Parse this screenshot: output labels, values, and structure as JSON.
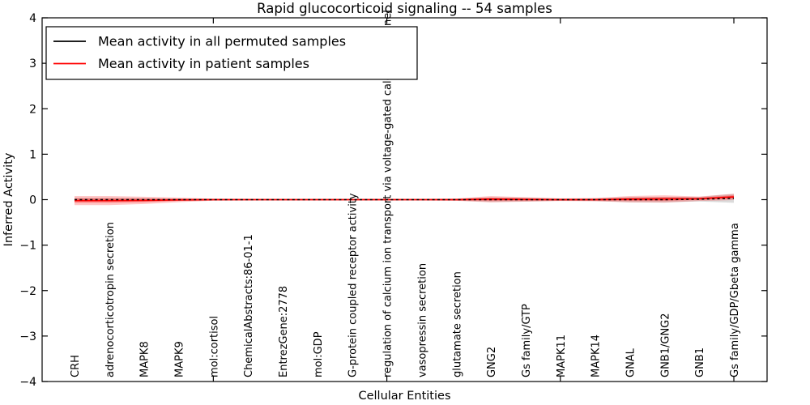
{
  "figure": {
    "title": "Rapid glucocorticoid signaling -- 54 samples",
    "background_color": "#ffffff",
    "axis_color": "#000000"
  },
  "legend": {
    "position": "upper left",
    "entries": [
      {
        "label": "Mean activity in all permuted samples",
        "color": "#000000"
      },
      {
        "label": "Mean activity in patient samples",
        "color": "#ff0000"
      }
    ]
  },
  "chart_data": {
    "type": "line",
    "title": "Rapid glucocorticoid signaling -- 54 samples",
    "xlabel": "Cellular Entities",
    "ylabel": "Inferred Activity",
    "ylim": [
      -4,
      4
    ],
    "yticks": [
      -4,
      -3,
      -2,
      -1,
      0,
      1,
      2,
      3,
      4
    ],
    "xtick_major_positions": [
      5,
      10,
      15,
      20
    ],
    "grid": false,
    "legend_position": "upper left",
    "categories": [
      "CRH",
      "adrenocorticotropin secretion",
      "MAPK8",
      "MAPK9",
      "mol:cortisol",
      "ChemicalAbstracts:86-01-1",
      "EntrezGene:2778",
      "mol:GDP",
      "G-protein coupled receptor activity",
      "regulation of calcium ion transport via voltage-gated calcium channel",
      "vasopressin secretion",
      "glutamate secretion",
      "GNG2",
      "Gs family/GTP",
      "MAPK11",
      "MAPK14",
      "GNAL",
      "GNB1/GNG2",
      "GNB1",
      "Gs family/GDP/Gbeta gamma"
    ],
    "series": [
      {
        "name": "Mean activity in all permuted samples",
        "color": "#000000",
        "line_style": "dashed",
        "values": [
          0,
          0,
          0,
          0,
          0,
          0,
          0,
          0,
          0,
          0,
          0,
          0,
          0,
          0,
          0,
          0,
          0,
          0,
          0.01,
          0.03
        ],
        "band_halfwidths": [
          0.04,
          0.04,
          0.035,
          0.025,
          0.015,
          0.012,
          0.012,
          0.012,
          0.012,
          0.012,
          0.012,
          0.02,
          0.05,
          0.04,
          0.025,
          0.03,
          0.055,
          0.06,
          0.05,
          0.1
        ],
        "band_color": "#b0b0b0",
        "band_opacity": 0.45
      },
      {
        "name": "Mean activity in patient samples",
        "color": "#ff0000",
        "line_style": "solid",
        "values": [
          -0.02,
          -0.02,
          -0.015,
          -0.005,
          0,
          0,
          0,
          0,
          0,
          0,
          0,
          0,
          0.01,
          0.005,
          0,
          0,
          0.01,
          0.015,
          0.02,
          0.06
        ],
        "band_halfwidths": [
          0.1,
          0.1,
          0.08,
          0.05,
          0.022,
          0.018,
          0.018,
          0.018,
          0.018,
          0.018,
          0.018,
          0.025,
          0.07,
          0.05,
          0.028,
          0.035,
          0.07,
          0.08,
          0.05,
          0.07
        ],
        "band_color": "#ff0000",
        "band_opacity": 0.22,
        "inner_band_scale": 0.5,
        "inner_band_opacity": 0.3
      }
    ]
  }
}
